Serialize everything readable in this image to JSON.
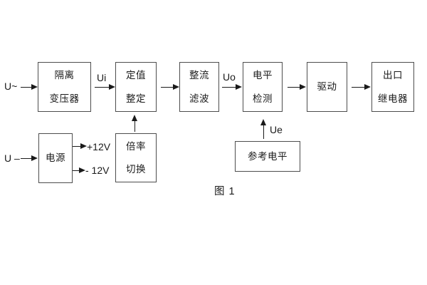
{
  "figure": {
    "caption": "图 1",
    "background_color": "#ffffff",
    "box_border_color": "#4d4d4d",
    "line_color": "#1a1a1a",
    "text_color": "#1a1a1a"
  },
  "blocks": [
    {
      "id": "isolation-transformer",
      "lines": [
        "隔离",
        "变压器"
      ]
    },
    {
      "id": "value-setting",
      "lines": [
        "定值",
        "整定"
      ]
    },
    {
      "id": "rectifier-filter",
      "lines": [
        "整流",
        "滤波"
      ]
    },
    {
      "id": "level-detection",
      "lines": [
        "电平",
        "检测"
      ]
    },
    {
      "id": "drive",
      "lines": [
        "驱动"
      ]
    },
    {
      "id": "output-relay",
      "lines": [
        "出口",
        "继电器"
      ]
    },
    {
      "id": "power-supply",
      "lines": [
        "电源"
      ]
    },
    {
      "id": "ratio-switch",
      "lines": [
        "倍率",
        "切换"
      ]
    },
    {
      "id": "reference-level",
      "lines": [
        "参考电平"
      ]
    }
  ],
  "labels": {
    "ac_input": "U~",
    "dc_input": "U –",
    "ui": "Ui",
    "uo": "Uo",
    "ue": "Ue",
    "plus_12v": "+12V",
    "minus_12v": "- 12V"
  }
}
